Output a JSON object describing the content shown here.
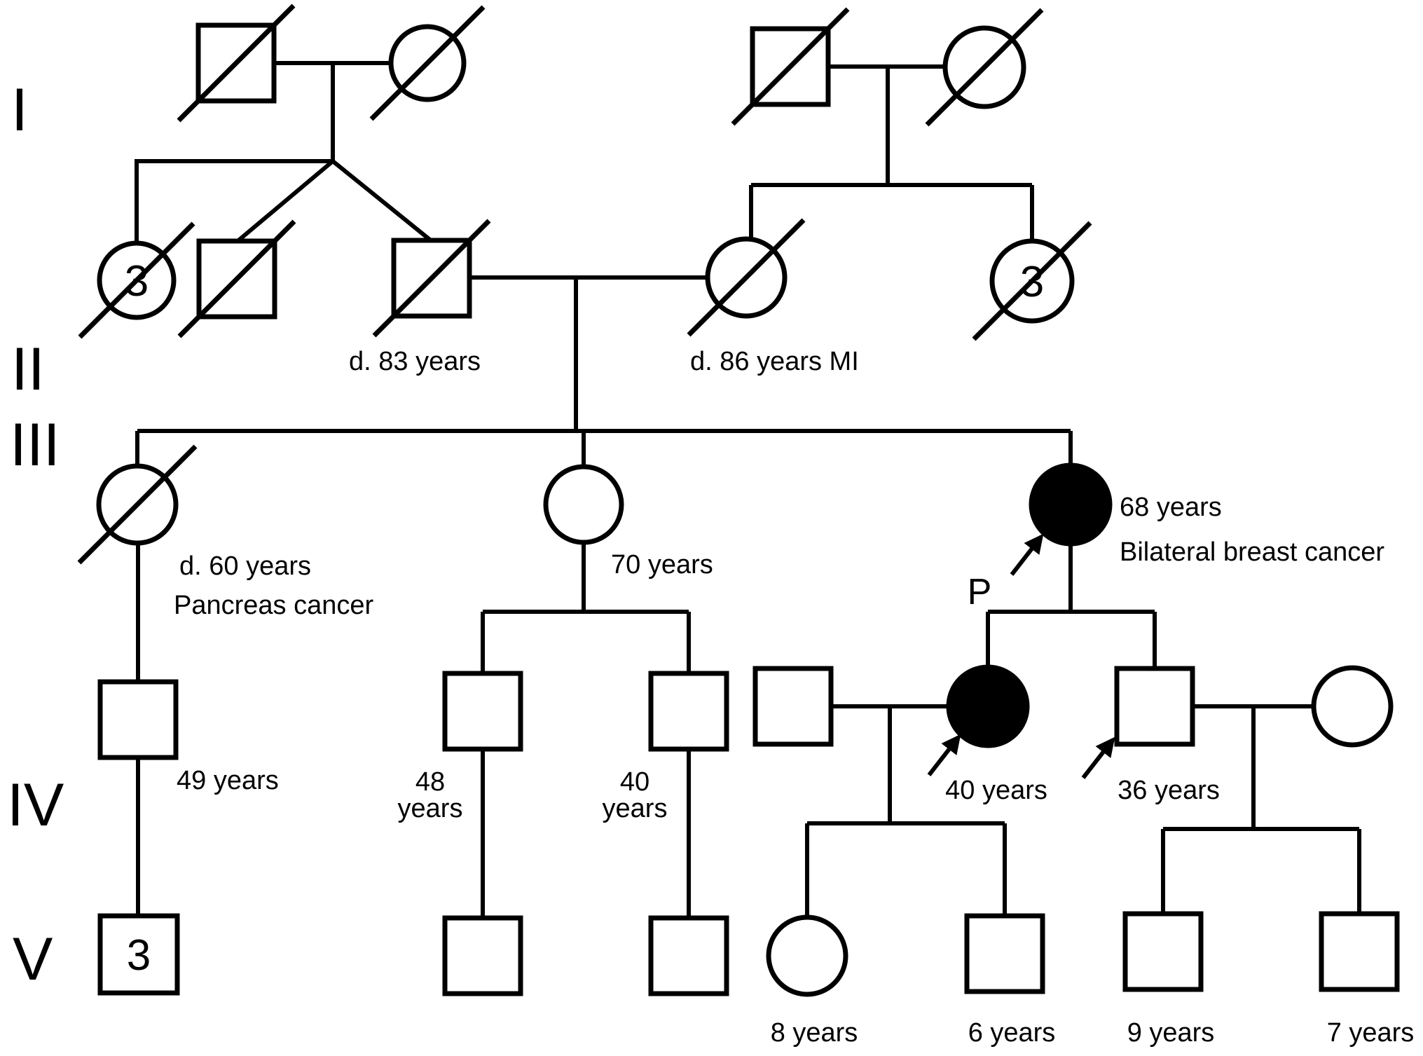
{
  "diagram_title": "Pedigree chart",
  "labels": {
    "roman": [
      "I",
      "II",
      "III",
      "IV",
      "V"
    ],
    "count_ii1": "3",
    "count_ii5": "3",
    "count_v1": "3",
    "note_ii3": "d. 83 years",
    "note_ii4": "d. 86 years MI",
    "note_iii1a": "d. 60 years",
    "note_iii1b": "Pancreas cancer",
    "note_iii2": "70 years",
    "note_iii3a": "68 years",
    "note_iii3b": "Bilateral breast cancer",
    "proband": "P",
    "note_iv1": "49 years",
    "note_iv2a": "48",
    "note_iv2b": "years",
    "note_iv3a": "40",
    "note_iv3b": "years",
    "note_iv5": "40 years",
    "note_iv6": "36 years",
    "note_v4": "8 years",
    "note_v5": "6 years",
    "note_v6": "9 years",
    "note_v7": "7 years"
  },
  "pedigree": {
    "generations": [
      {
        "label": "I",
        "members": [
          {
            "id": "I-1",
            "sex": "male",
            "deceased": true
          },
          {
            "id": "I-2",
            "sex": "female",
            "deceased": true
          },
          {
            "id": "I-3",
            "sex": "male",
            "deceased": true
          },
          {
            "id": "I-4",
            "sex": "female",
            "deceased": true
          }
        ]
      },
      {
        "label": "II",
        "members": [
          {
            "id": "II-1",
            "sex": "female",
            "deceased": true,
            "count": "3"
          },
          {
            "id": "II-2",
            "sex": "male",
            "deceased": true
          },
          {
            "id": "II-3",
            "sex": "male",
            "deceased": true,
            "annotation": "d. 83 years"
          },
          {
            "id": "II-4",
            "sex": "female",
            "deceased": true,
            "annotation": "d. 86 years MI"
          },
          {
            "id": "II-5",
            "sex": "female",
            "deceased": true,
            "count": "3"
          }
        ]
      },
      {
        "label": "III",
        "members": [
          {
            "id": "III-1",
            "sex": "female",
            "deceased": true,
            "annotation": "d. 60 years, Pancreas cancer"
          },
          {
            "id": "III-2",
            "sex": "female",
            "annotation": "70 years"
          },
          {
            "id": "III-3",
            "sex": "female",
            "affected": true,
            "proband": "P",
            "annotation": "68 years, Bilateral breast cancer"
          }
        ]
      },
      {
        "label": "IV",
        "members": [
          {
            "id": "IV-1",
            "sex": "male",
            "annotation": "49 years"
          },
          {
            "id": "IV-2",
            "sex": "male",
            "annotation": "48 years"
          },
          {
            "id": "IV-3",
            "sex": "male",
            "annotation": "40 years"
          },
          {
            "id": "IV-4",
            "sex": "male"
          },
          {
            "id": "IV-5",
            "sex": "female",
            "affected": true,
            "arrow": true,
            "annotation": "40 years"
          },
          {
            "id": "IV-6",
            "sex": "male",
            "arrow": true,
            "annotation": "36 years"
          },
          {
            "id": "IV-7",
            "sex": "female"
          }
        ]
      },
      {
        "label": "V",
        "members": [
          {
            "id": "V-1",
            "sex": "male",
            "count": "3"
          },
          {
            "id": "V-2",
            "sex": "male"
          },
          {
            "id": "V-3",
            "sex": "male"
          },
          {
            "id": "V-4",
            "sex": "female",
            "annotation": "8 years"
          },
          {
            "id": "V-5",
            "sex": "male",
            "annotation": "6 years"
          },
          {
            "id": "V-6",
            "sex": "male",
            "annotation": "9 years"
          },
          {
            "id": "V-7",
            "sex": "male",
            "annotation": "7 years"
          }
        ]
      }
    ]
  }
}
